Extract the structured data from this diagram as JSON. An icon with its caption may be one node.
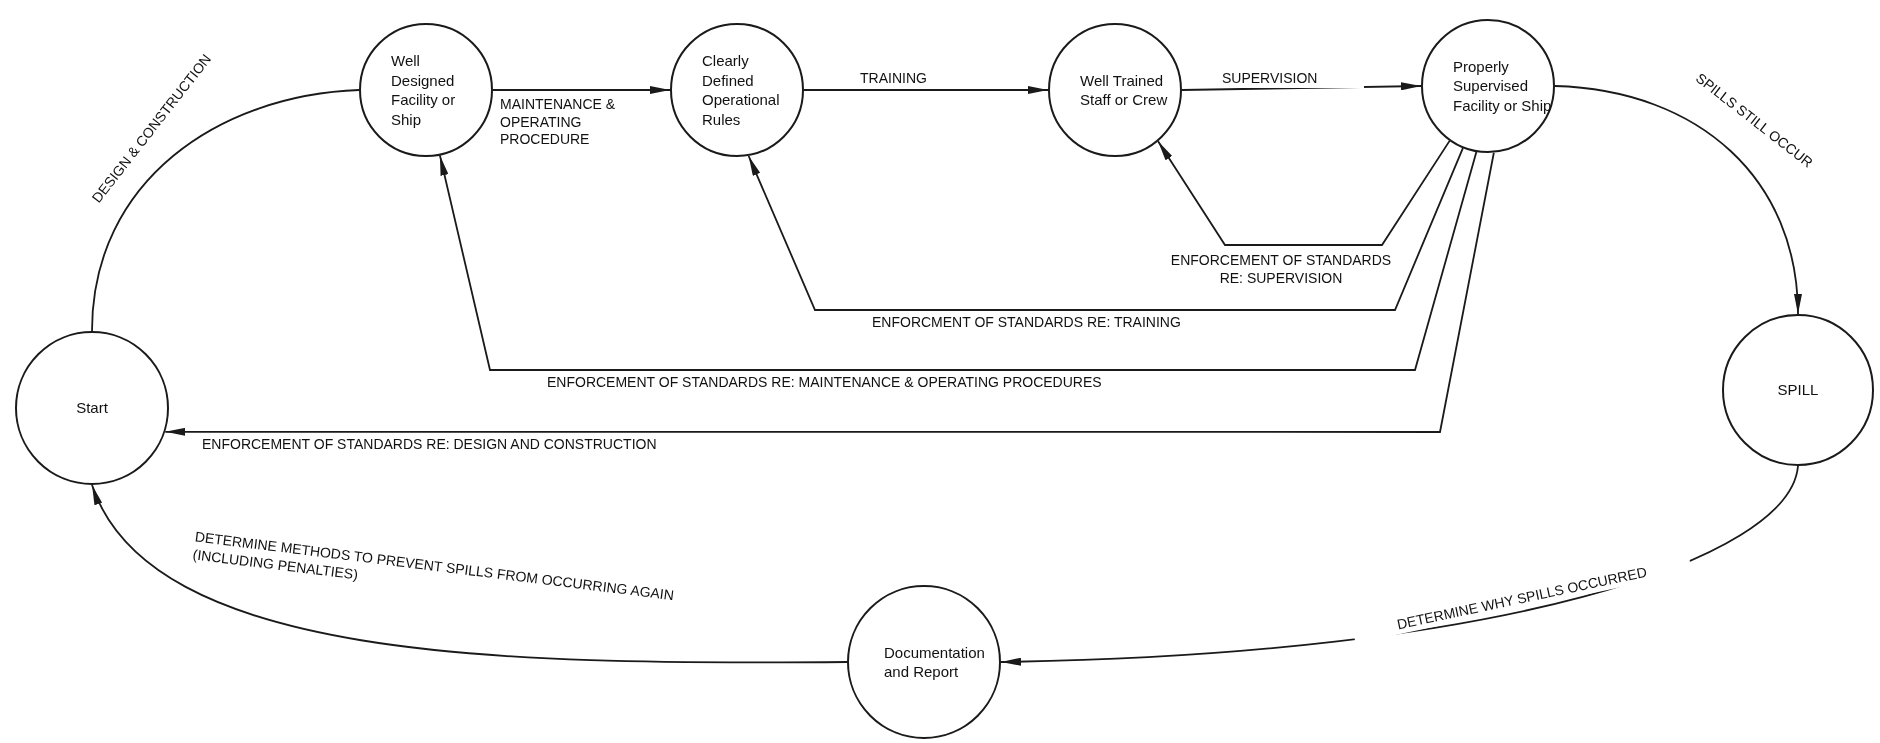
{
  "diagram": {
    "nodes": [
      {
        "text": [
          "Start"
        ]
      },
      {
        "text": [
          "Well Designed Facility or Ship"
        ]
      },
      {
        "text": [
          "Clearly Defined Operational Rules"
        ]
      },
      {
        "text": [
          "Well Trained Staff or Crew"
        ]
      },
      {
        "text": [
          "Properly Supervised Facility or Ship"
        ]
      },
      {
        "text": [
          "SPILL"
        ]
      },
      {
        "text": [
          "Documentation and Report"
        ]
      }
    ],
    "edges": [
      {
        "from": 0,
        "to": 1,
        "arrow": "none",
        "label": "DESIGN & CONSTRUCTION"
      },
      {
        "from": 1,
        "to": 2,
        "arrow": "to",
        "label": "MAINTENANCE & OPERATING PROCEDURE"
      },
      {
        "from": 2,
        "to": 3,
        "arrow": "to",
        "label": "TRAINING"
      },
      {
        "from": 3,
        "to": 4,
        "arrow": "to",
        "label": "SUPERVISION"
      },
      {
        "from": 4,
        "to": 5,
        "arrow": "to",
        "label": "SPILLS STILL OCCUR"
      },
      {
        "from": 5,
        "to": 6,
        "arrow": "to",
        "label": "DETERMINE WHY SPILLS OCCURRED"
      },
      {
        "from": 6,
        "to": 0,
        "arrow": "to",
        "label": "DETERMINE METHODS TO PREVENT SPILLS FROM OCCURRING AGAIN (INCLUDING PENALTIES)"
      },
      {
        "from": 4,
        "to": 3,
        "arrow": "to",
        "label": "ENFORCEMENT OF STANDARDS RE: SUPERVISION"
      },
      {
        "from": 4,
        "to": 2,
        "arrow": "to",
        "label": "ENFORCMENT OF STANDARDS RE: TRAINING"
      },
      {
        "from": 4,
        "to": 1,
        "arrow": "to",
        "label": "ENFORCEMENT OF STANDARDS RE: MAINTENANCE & OPERATING PROCEDURES"
      },
      {
        "from": 4,
        "to": 0,
        "arrow": "to",
        "label": "ENFORCEMENT OF STANDARDS RE: DESIGN AND CONSTRUCTION"
      }
    ]
  }
}
